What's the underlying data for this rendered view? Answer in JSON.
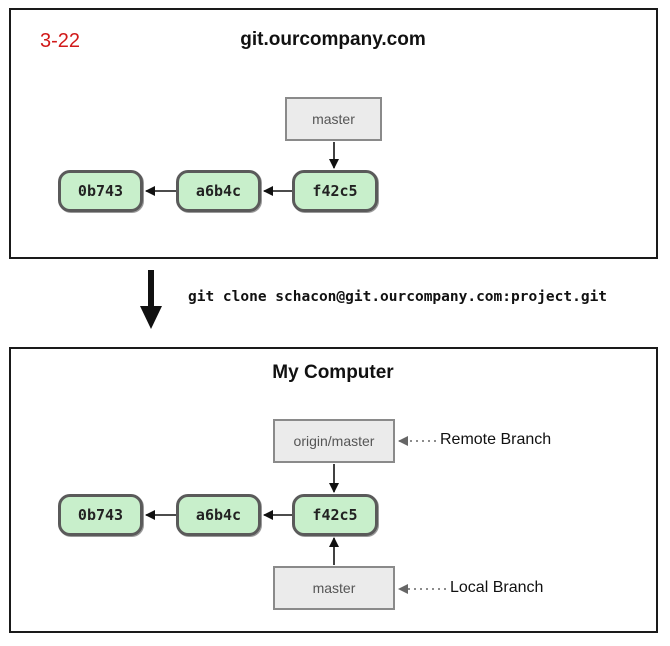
{
  "figure_label": "3-22",
  "top_panel": {
    "title": "git.ourcompany.com",
    "branch": "master",
    "commits": [
      "0b743",
      "a6b4c",
      "f42c5"
    ]
  },
  "clone_step": {
    "command": "git clone schacon@git.ourcompany.com:project.git"
  },
  "bottom_panel": {
    "title": "My Computer",
    "remote_branch": "origin/master",
    "remote_branch_label": "Remote Branch",
    "local_branch": "master",
    "local_branch_label": "Local Branch",
    "commits": [
      "0b743",
      "a6b4c",
      "f42c5"
    ]
  },
  "colors": {
    "commit_fill": "#c8efcb",
    "commit_border": "#5a5a5a",
    "branch_fill": "#ebebeb",
    "figure_label": "#d11a1a"
  }
}
